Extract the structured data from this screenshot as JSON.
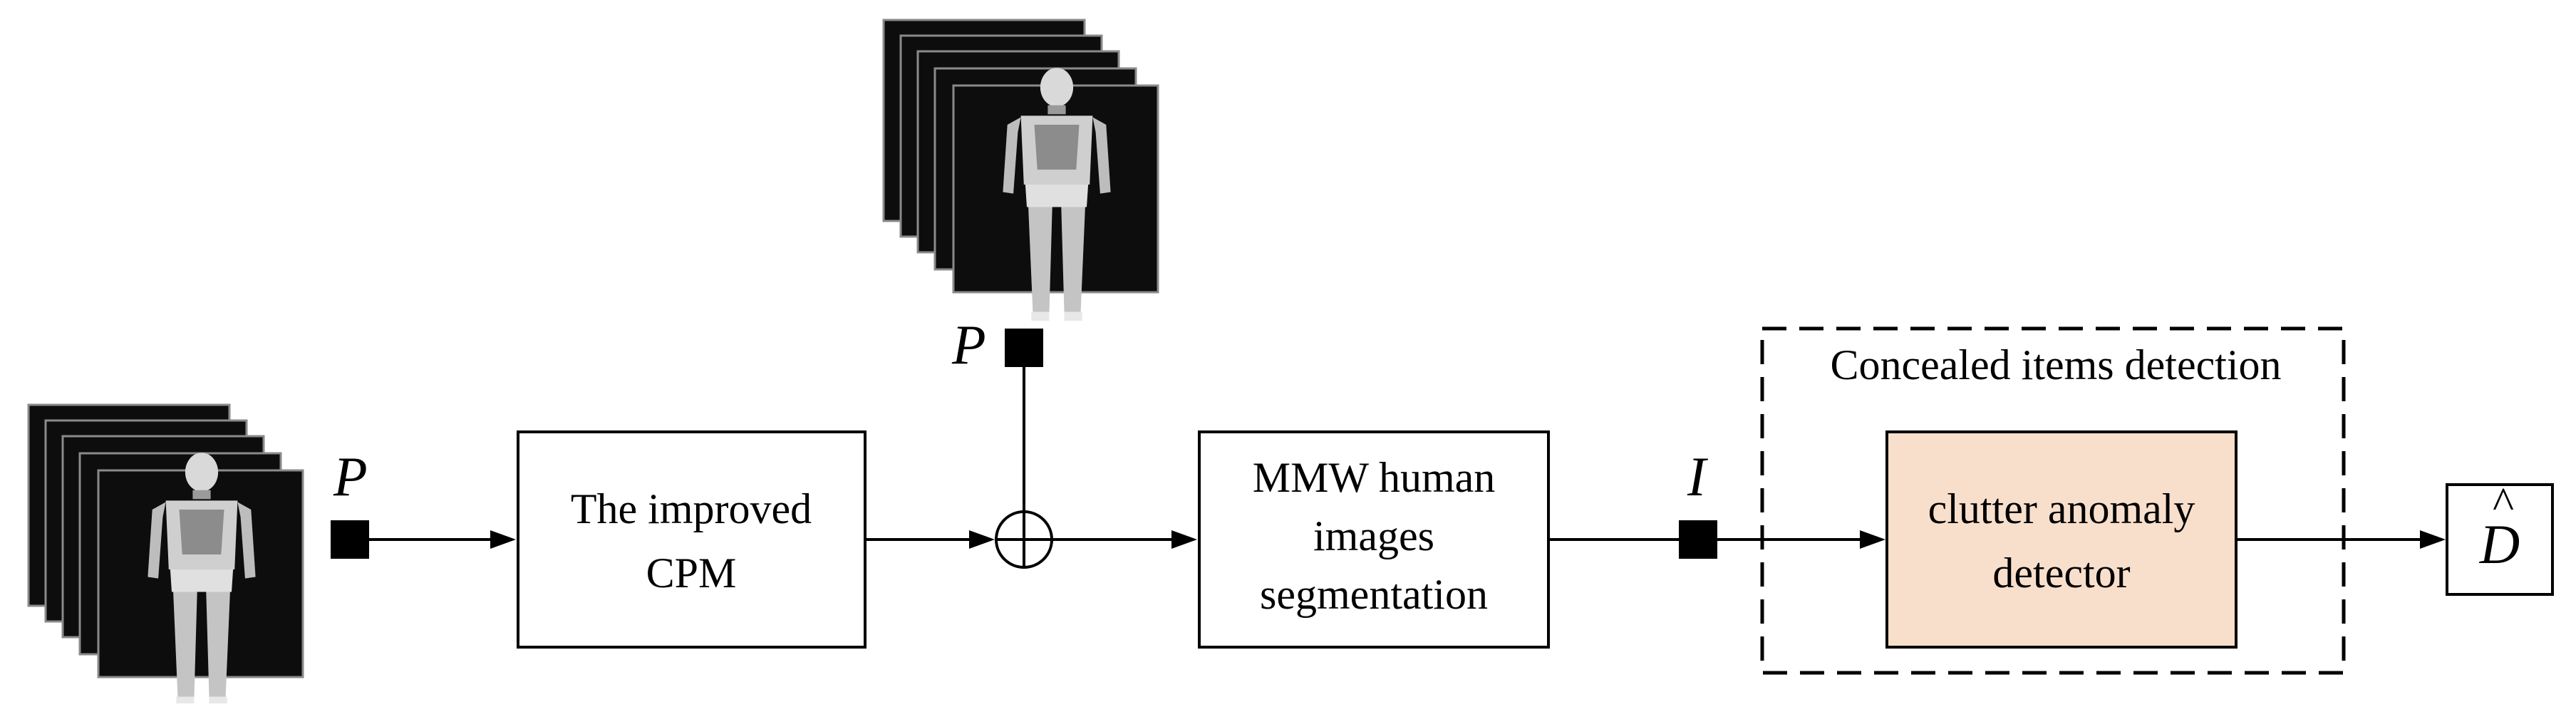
{
  "diagram": {
    "input_stack": {
      "frames": 5,
      "variable": "P"
    },
    "improved_cpm": {
      "line1": "The improved",
      "line2": "CPM"
    },
    "pose_stack": {
      "frames": 5,
      "variable": "P"
    },
    "sum_node": {
      "symbol": "circle-plus"
    },
    "segmentation": {
      "line1": "MMW human",
      "line2": "images",
      "line3": "segmentation"
    },
    "seg_output_variable": "I",
    "detection_group": {
      "title": "Concealed items detection"
    },
    "detector": {
      "line1": "clutter anomaly",
      "line2": "detector",
      "fill": "#f8dfcc"
    },
    "output": {
      "variable": "D",
      "accent": "^"
    }
  }
}
